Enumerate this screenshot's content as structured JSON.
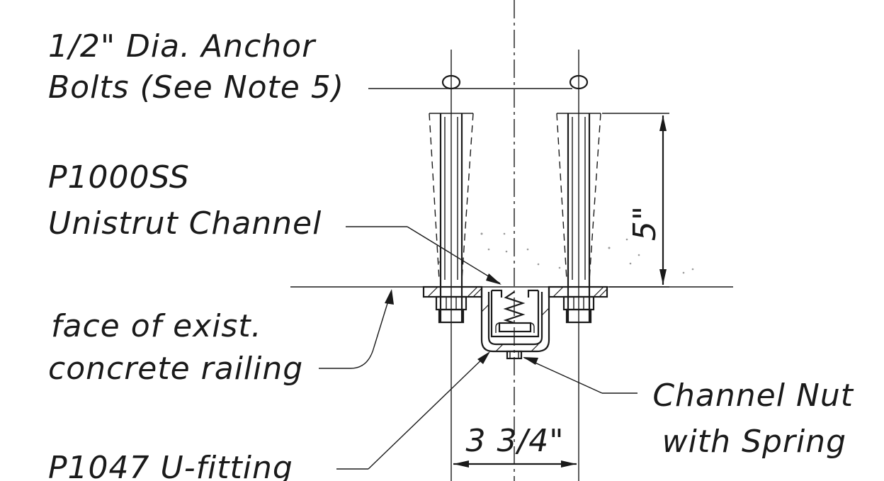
{
  "labels": {
    "anchor_bolts_line1": "1/2\" Dia. Anchor",
    "anchor_bolts_line2": "Bolts (See Note 5)",
    "channel_line1": "P1000SS",
    "channel_line2": "Unistrut Channel",
    "face_line1": "face of exist.",
    "face_line2": "concrete railing",
    "channel_nut_line1": "Channel Nut",
    "channel_nut_line2": "with Spring",
    "u_fitting": "P1047 U-fitting"
  },
  "dimensions": {
    "embed_depth": "5\"",
    "bolt_spacing": "3 3/4\""
  },
  "colors": {
    "line": "#1a1a1a",
    "concrete_speckle": "#9a9a9a"
  }
}
